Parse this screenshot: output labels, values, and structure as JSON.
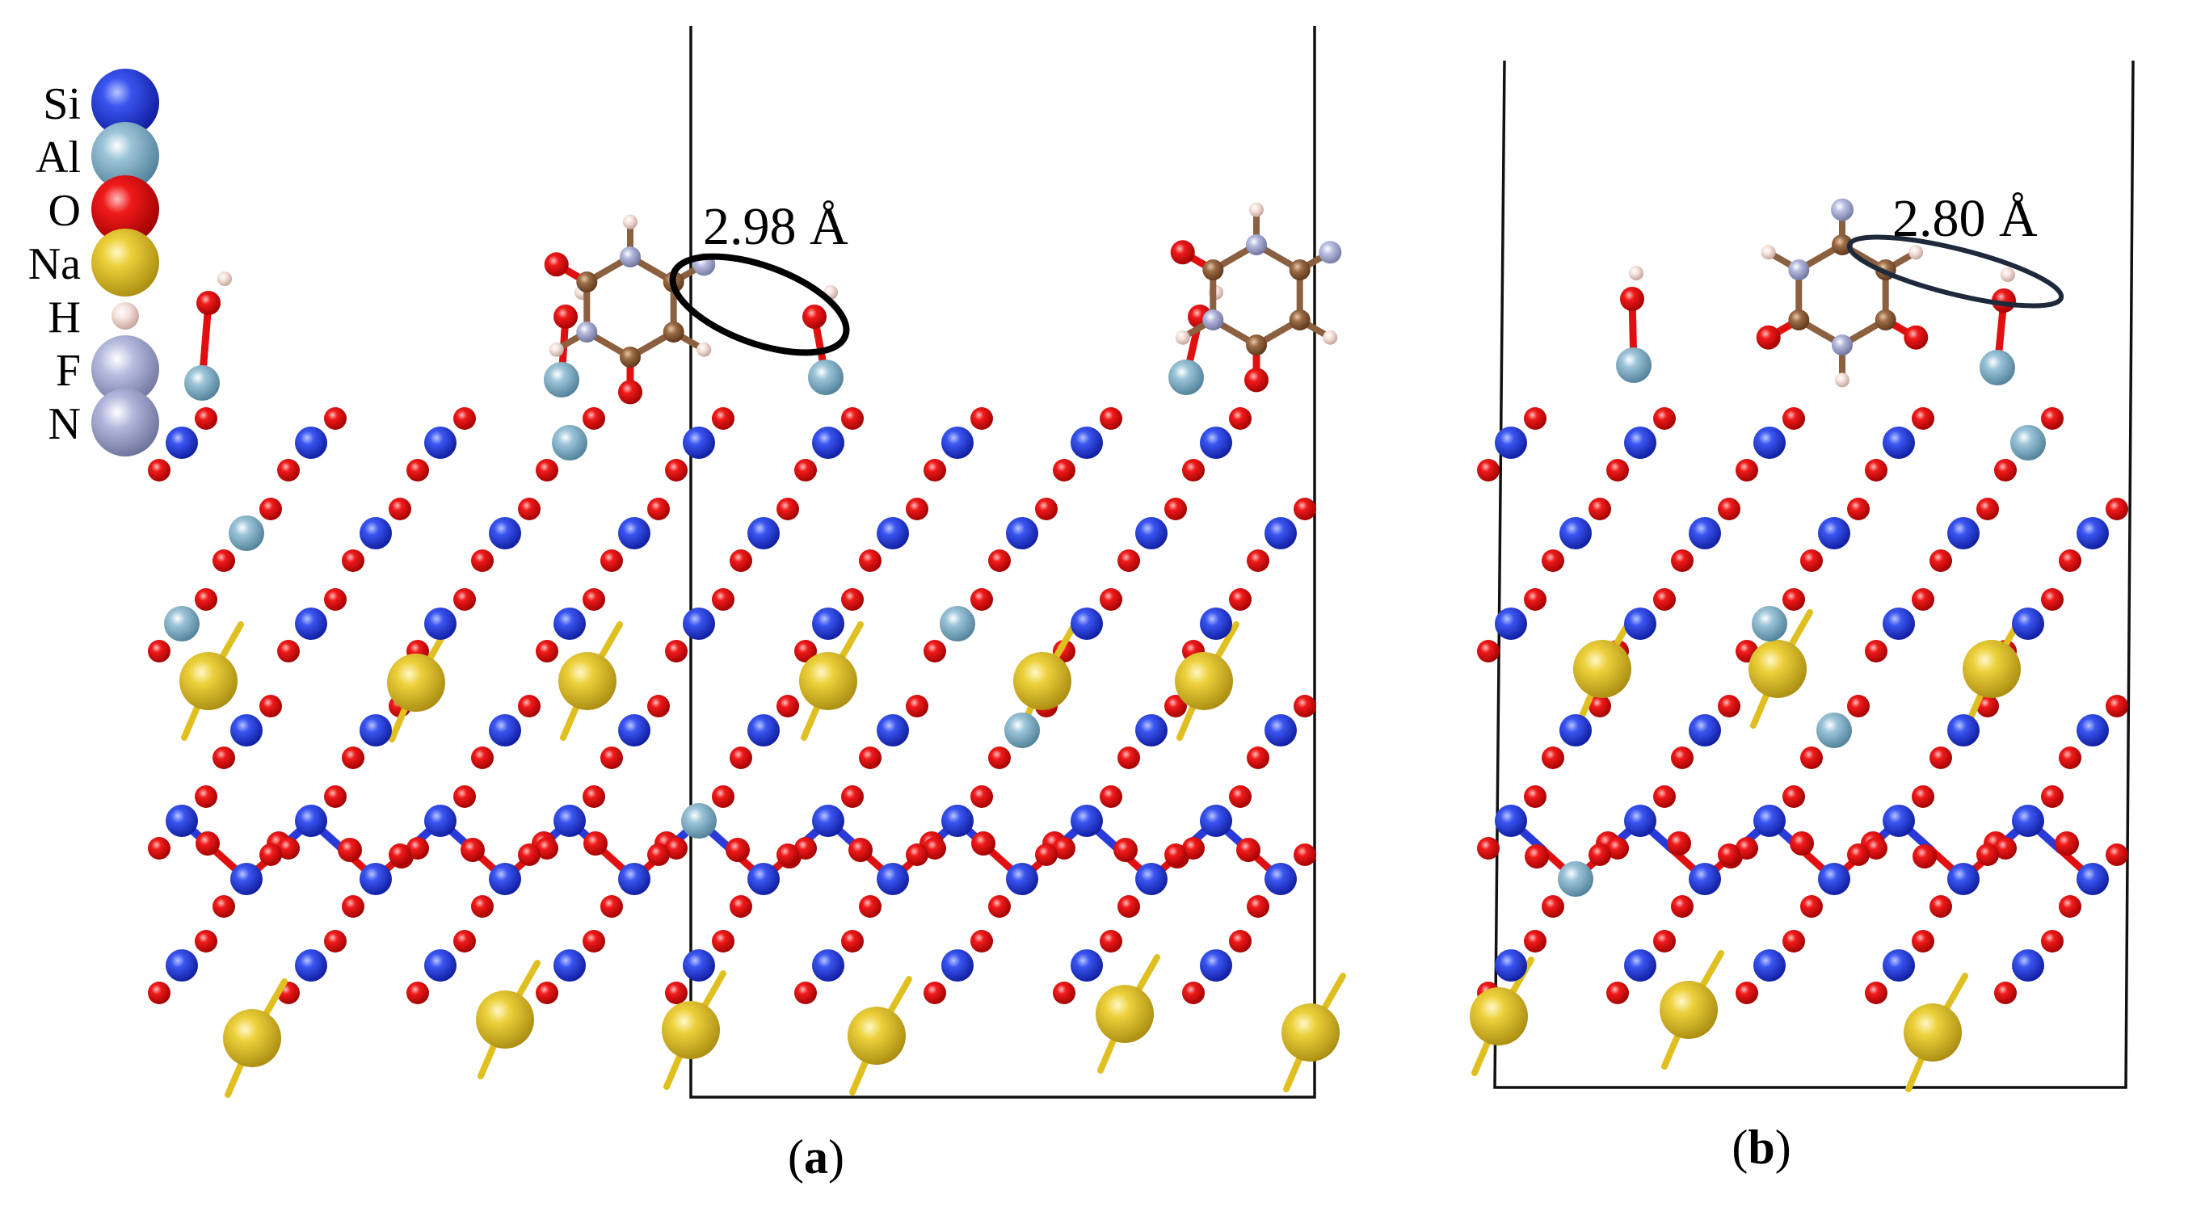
{
  "legend": [
    {
      "symbol": "Si",
      "color": "#1f3ad8",
      "radius": 42
    },
    {
      "symbol": "Al",
      "color": "#7fb0c8",
      "radius": 42
    },
    {
      "symbol": "O",
      "color": "#e01010",
      "radius": 42
    },
    {
      "symbol": "Na",
      "color": "#e6c72c",
      "radius": 42
    },
    {
      "symbol": "H",
      "color": "#f2dcd6",
      "radius": 17
    },
    {
      "symbol": "F",
      "color": "#aab0d4",
      "radius": 42
    },
    {
      "symbol": "N",
      "color": "#a9add2",
      "radius": 42
    }
  ],
  "panels": [
    {
      "id": "a",
      "label_open": "(",
      "label_letter": "a",
      "label_close": ")",
      "distance": "2.98 Å"
    },
    {
      "id": "b",
      "label_open": "(",
      "label_letter": "b",
      "label_close": ")",
      "distance": "2.80 Å"
    }
  ]
}
